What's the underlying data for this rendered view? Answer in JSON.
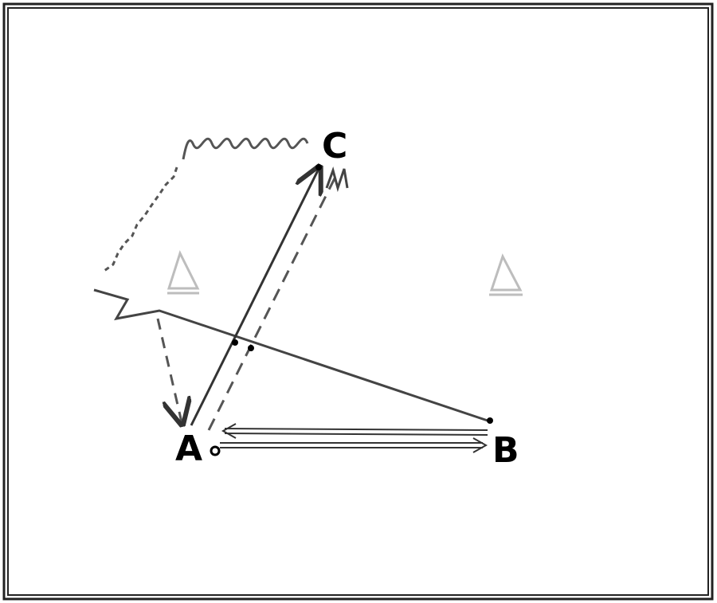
{
  "diagram": {
    "points": {
      "a": "A",
      "b": "B",
      "c": "C"
    },
    "cone_symbol": "△",
    "colors": {
      "ink": "#000000",
      "line": "#4a4a4a",
      "dash": "#6a6a6a",
      "cone": "#bdbdbd",
      "frame": "#222222",
      "background": "#ffffff"
    }
  }
}
